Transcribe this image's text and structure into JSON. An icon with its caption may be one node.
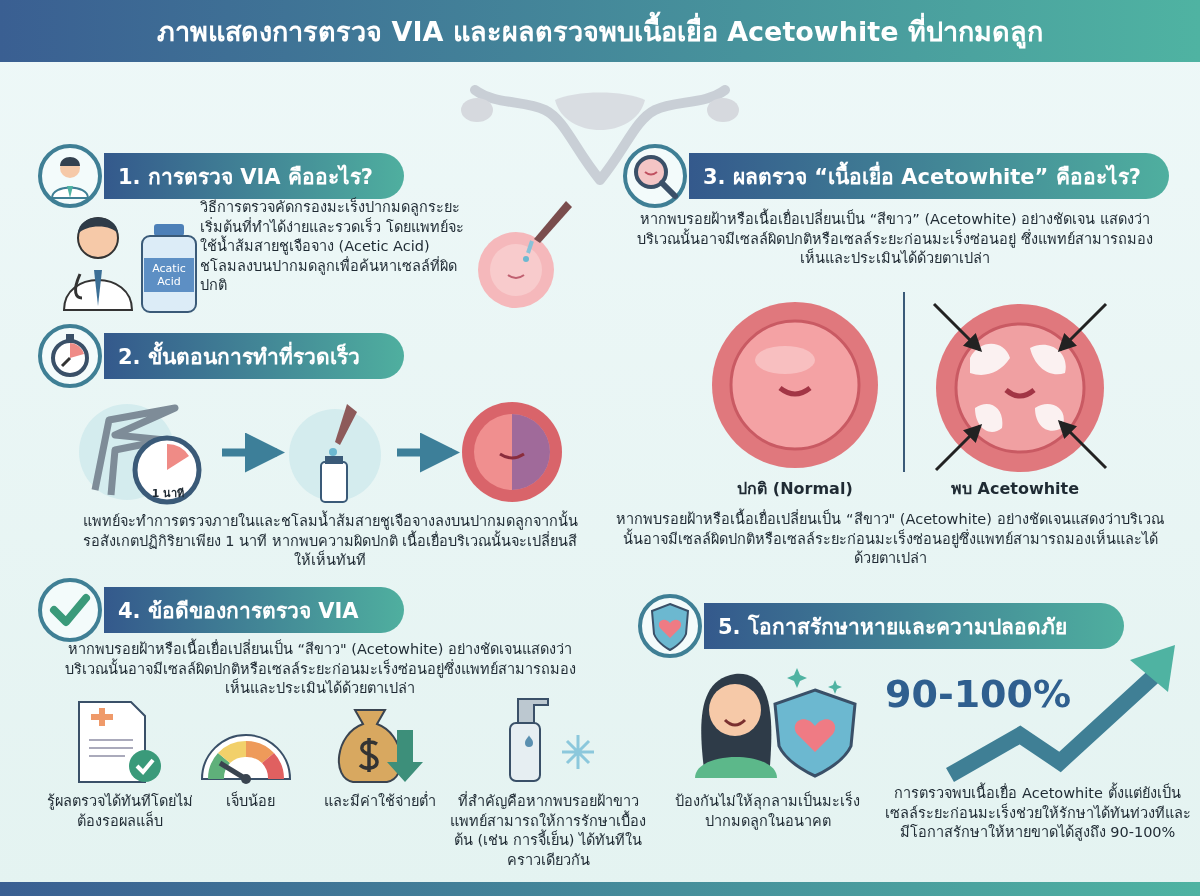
{
  "diagram": {
    "title": "ภาพแสดงการตรวจ VIA และผลตรวจพบเนื้อเยื่อ Acetowhite ที่ปากมดลูก",
    "nodes": [
      {
        "text": [
          "1. การตรวจ VIA คืออะไร?"
        ]
      },
      {
        "text": [
          "2. ขั้นตอนการทำที่รวดเร็ว"
        ]
      },
      {
        "text": [
          "1 นาที"
        ]
      },
      {
        "text": [],
        "shape": "picture"
      },
      {
        "text": [],
        "shape": "picture"
      },
      {
        "text": [
          "3. ผลตรวจ “เนื้อเยื่อ Acetowhite” คืออะไร?"
        ]
      },
      {
        "text": [
          "4. ข้อดีของการตรวจ VIA"
        ]
      },
      {
        "text": [
          "5. โอกาสรักษาหายและความปลอดภัย"
        ]
      }
    ],
    "edges": [
      {
        "from": 2,
        "to": 3,
        "arrow": "to"
      },
      {
        "from": 3,
        "to": 4,
        "arrow": "to"
      }
    ],
    "labels": [
      "Acatic Acid",
      "วิธีการตรวจคัดกรองมะเร็งปากมดลูกระยะเริ่มต้นที่ทำได้ง่ายและรวดเร็ว โดยแพทย์จะใช้น้ำส้มสายชูเจือจาง (Acetic Acid) ชโลมลงบนปากมดลูกเพื่อค้นหาเซลล์ที่ผิดปกติ",
      "แพทย์จะทำการตรวจภายในและชโลมน้ำส้มสายชูเจือจางลงบนปากมดลูกจากนั้นรอสังเกตปฏิกิริยาเพียง 1 นาที หากพบความผิดปกติ เนื้อเยื่อบริเวณนั้นจะเปลี่ยนสีให้เห็นทันที",
      "หากพบรอยฝ้าหรือเนื้อเยื่อเปลี่ยนเป็น “สีขาว” (Acetowhite) อย่างชัดเจน แสดงว่าบริเวณนั้นอาจมีเซลล์ผิดปกติหรือเซลล์ระยะก่อนมะเร็งซ่อนอยู่ ซึ่งแพทย์สามารถมองเห็นและประเมินได้ด้วยตาเปล่า",
      "ปกติ (Normal)",
      "พบ Acetowhite",
      "หากพบรอยฝ้าหรือเนื้อเยื่อเปลี่ยนเป็น “สีขาว\" (Acetowhite) อย่างชัดเจนแสดงว่าบริเวณนั้นอาจมีเซลล์ผิดปกติหรือเซลล์ระยะก่อนมะเร็งซ่อนอยู่ซึ่งแพทย์สามารถมองเห็นและได้ด้วยตาเปล่า",
      "หากพบรอยฝ้าหรือเนื้อเยื่อเปลี่ยนเป็น “สีขาว\" (Acetowhite) อย่างชัดเจนแสดงว่าบริเวณนั้นอาจมีเซลล์ผิดปกติหรือเซลล์ระยะก่อนมะเร็งซ่อนอยู่ซึ่งแพทย์สามารถมองเห็นและประเมินได้ด้วยตาเปล่า",
      "รู้ผลตรวจได้ทันทีโดยไม่ต้องรอผลแล็บ",
      "เจ็บน้อย",
      "และมีค่าใช้จ่ายต่ำ",
      "ที่สำคัญคือหากพบรอยฝ้าขาวแพทย์สามารถให้การรักษาเบื้องต้น (เช่น การจี้เย็น) ได้ทันทีในคราวเดียวกัน",
      "ป้องกันไม่ให้ลุกลามเป็นมะเร็งปากมดลูกในอนาคต",
      "90-100%",
      "การตรวจพบเนื้อเยื่อ Acetowhite ตั้งแต่ยังเป็นเซลล์ระยะก่อนมะเร็งช่วยให้รักษาได้ทันท่วงทีและมีโอกาสรักษาให้หายขาดได้สูงถึง 90-100%"
    ]
  }
}
